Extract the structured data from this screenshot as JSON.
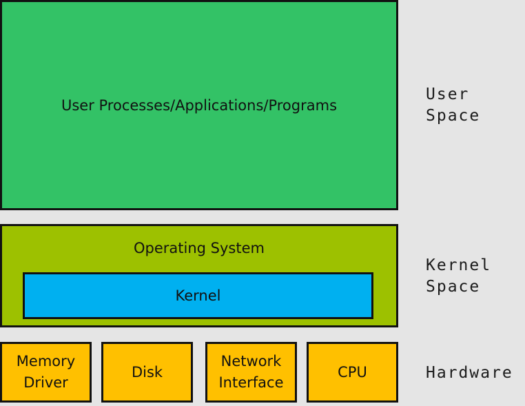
{
  "user_space": {
    "box_label": "User Processes/Applications/Programs",
    "side_label": "User\nSpace"
  },
  "kernel_space": {
    "os_label": "Operating System",
    "kernel_label": "Kernel",
    "side_label": "Kernel\nSpace"
  },
  "hardware": {
    "items": [
      {
        "label": "Memory\nDriver"
      },
      {
        "label": "Disk"
      },
      {
        "label": "Network\nInterface"
      },
      {
        "label": "CPU"
      }
    ],
    "side_label": "Hardware"
  },
  "colors": {
    "background": "#e5e5e5",
    "user_space": "#33c266",
    "operating_system": "#9dc100",
    "kernel": "#00b0f0",
    "hardware": "#ffc000",
    "border": "#111111"
  }
}
